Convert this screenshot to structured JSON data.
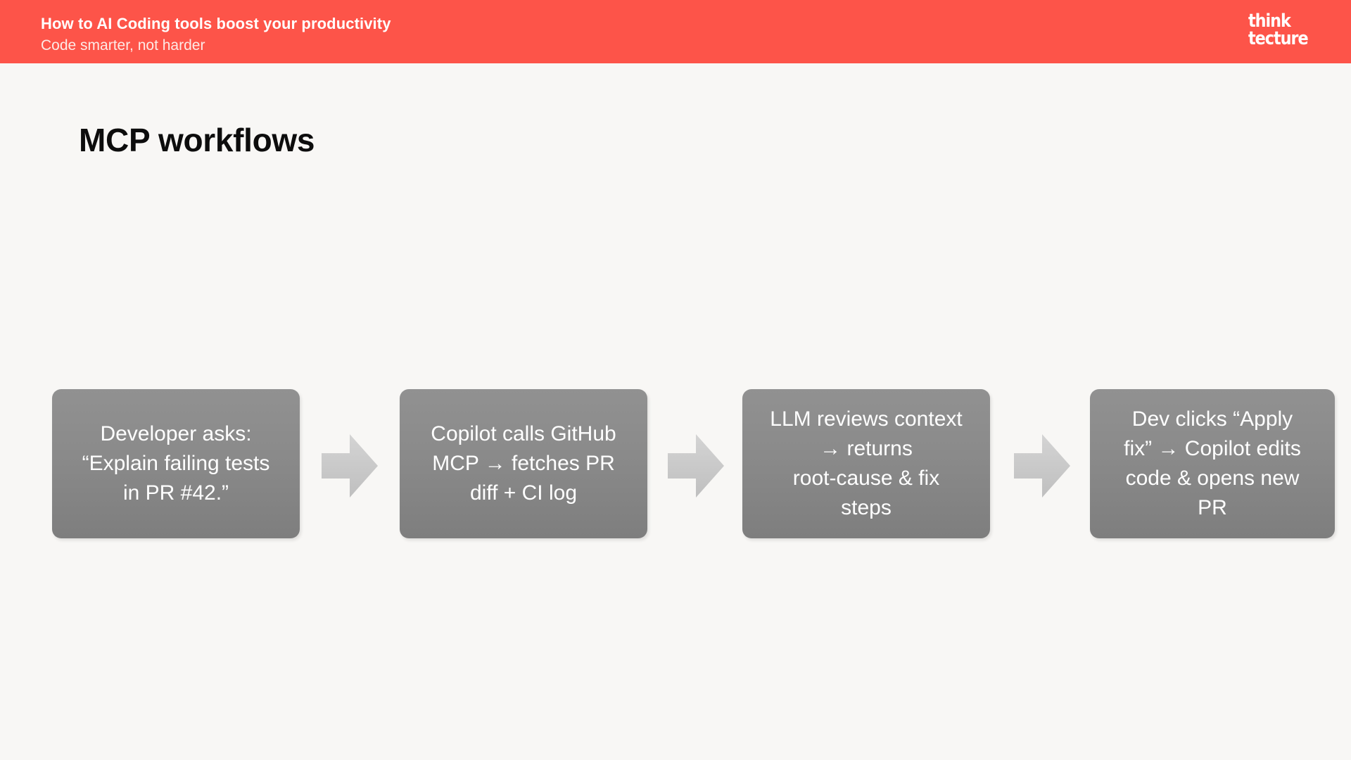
{
  "header": {
    "title": "How to AI Coding tools boost your productivity",
    "subtitle": "Code smarter, not harder",
    "bar_color": "#fd5449",
    "logo": {
      "line1": "think",
      "line2": "tecture"
    }
  },
  "slide": {
    "title": "MCP workflows",
    "background_color": "#f8f7f5",
    "title_color": "#0d0d0d"
  },
  "flow": {
    "box_color": "#8a8a8a",
    "arrow_color": "#c9c9c9",
    "steps": [
      {
        "id": 1,
        "label": "Developer asks:\n“Explain failing tests\nin PR #42.”"
      },
      {
        "id": 2,
        "label": "Copilot calls GitHub\nMCP → fetches PR\ndiff + CI log"
      },
      {
        "id": 3,
        "label": "LLM reviews context\n→ returns\nroot-cause & fix\nsteps"
      },
      {
        "id": 4,
        "label": "Dev clicks “Apply\nfix” → Copilot edits\ncode & opens new\nPR"
      }
    ],
    "connectors": [
      {
        "id": 1,
        "icon": "arrow-right-icon"
      },
      {
        "id": 2,
        "icon": "arrow-right-icon"
      },
      {
        "id": 3,
        "icon": "arrow-right-icon"
      }
    ]
  }
}
